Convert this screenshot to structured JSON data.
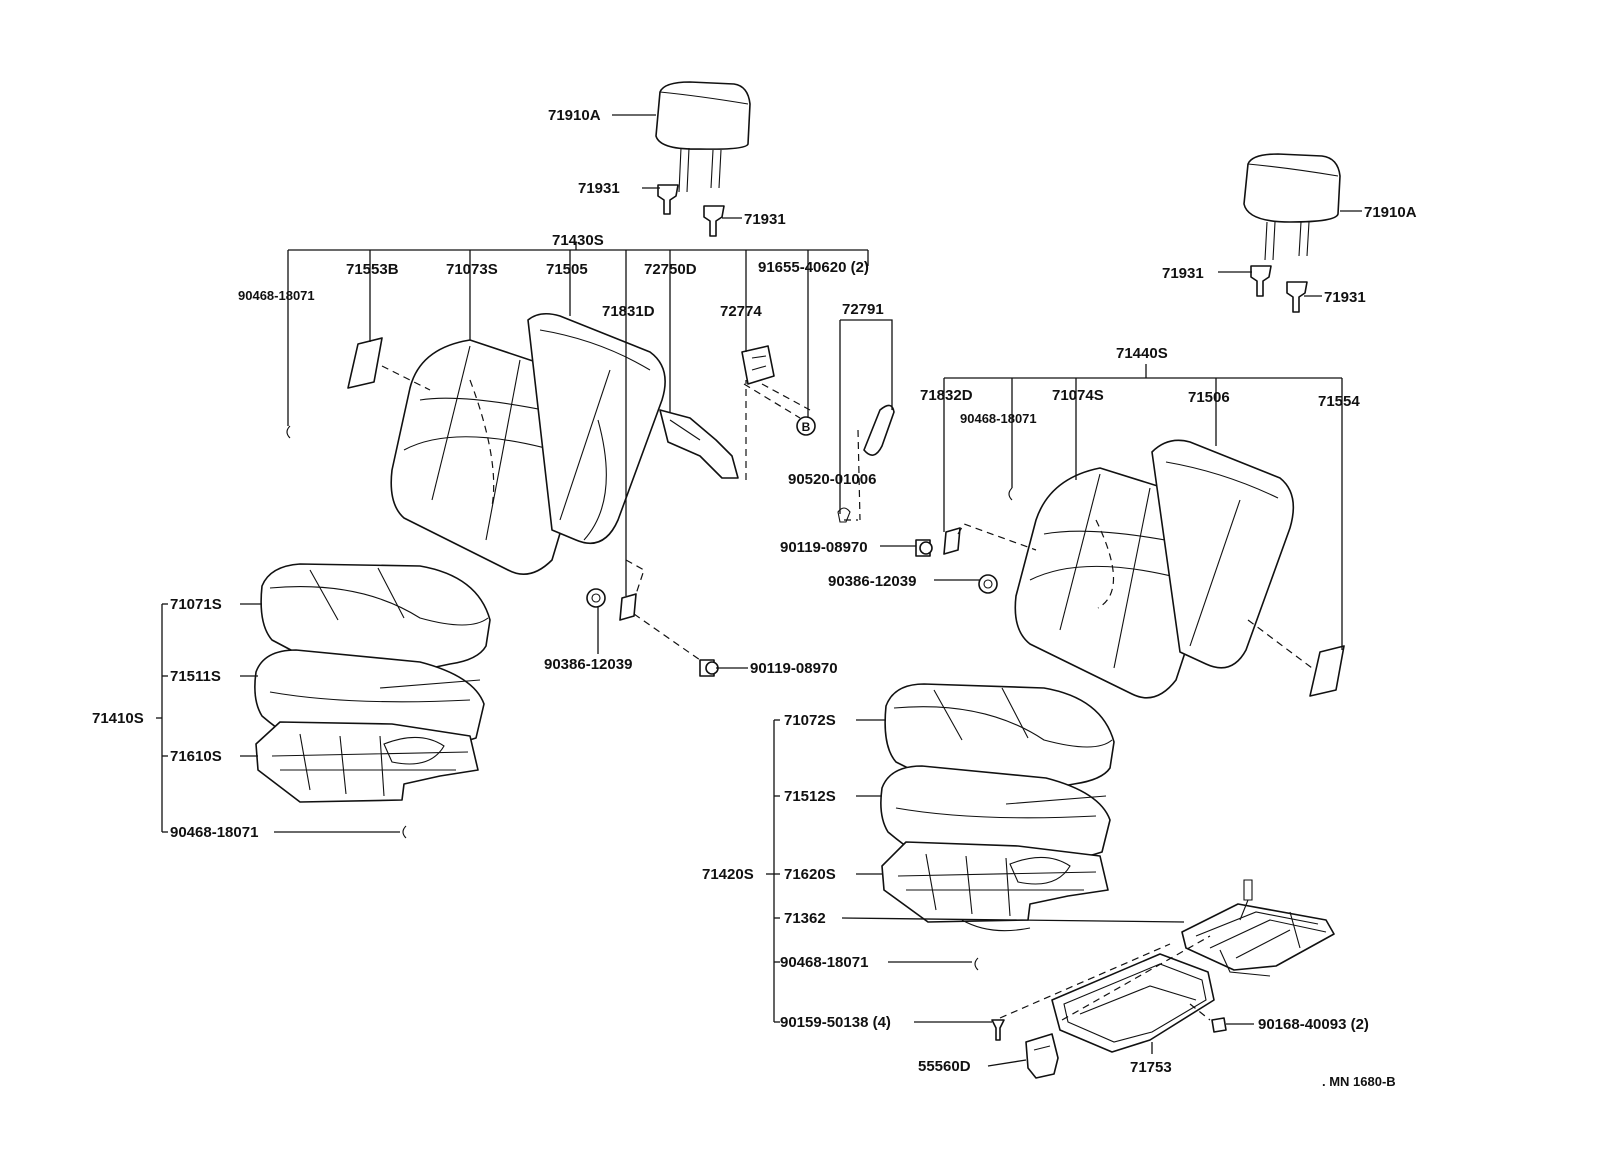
{
  "labels": {
    "headrest_left": "71910A",
    "headrest_right": "71910A",
    "support_left_a": "71931",
    "support_left_b": "71931",
    "support_right_a": "71931",
    "support_right_b": "71931",
    "back_assy_left": "71430S",
    "back_assy_right": "71440S",
    "cover_71553b": "71553B",
    "cover_71073s": "71073S",
    "pad_71505": "71505",
    "belt_72750d": "72750D",
    "bolt_91655": "91655-40620 (2)",
    "hog_ring_back_left": "90468-18071",
    "hinge_71831d": "71831D",
    "part_72774": "72774",
    "part_72791": "72791",
    "pin_90520": "90520-01006",
    "screw_90119_right": "90119-08970",
    "cap_90386_right": "90386-12039",
    "hinge_71832d": "71832D",
    "hog_ring_back_right": "90468-18071",
    "cover_71074s": "71074S",
    "pad_71506": "71506",
    "cover_71554": "71554",
    "cap_90386_left": "90386-12039",
    "screw_90119_left": "90119-08970",
    "cushion_assy_left": "71410S",
    "cushion_cover_71071s": "71071S",
    "cushion_pad_71511s": "71511S",
    "frame_71610s": "71610S",
    "hog_ring_cushion_left": "90468-18071",
    "cushion_assy_right": "71420S",
    "cushion_cover_71072s": "71072S",
    "cushion_pad_71512s": "71512S",
    "frame_71620s": "71620S",
    "adjuster_71362": "71362",
    "hog_ring_cushion_right": "90468-18071",
    "screw_90159": "90159-50138 (4)",
    "screw_90168": "90168-40093 (2)",
    "tray_71753": "71753",
    "latch_55560d": "55560D",
    "marker_b": "B",
    "drawing_number": ". MN 1680-B"
  }
}
